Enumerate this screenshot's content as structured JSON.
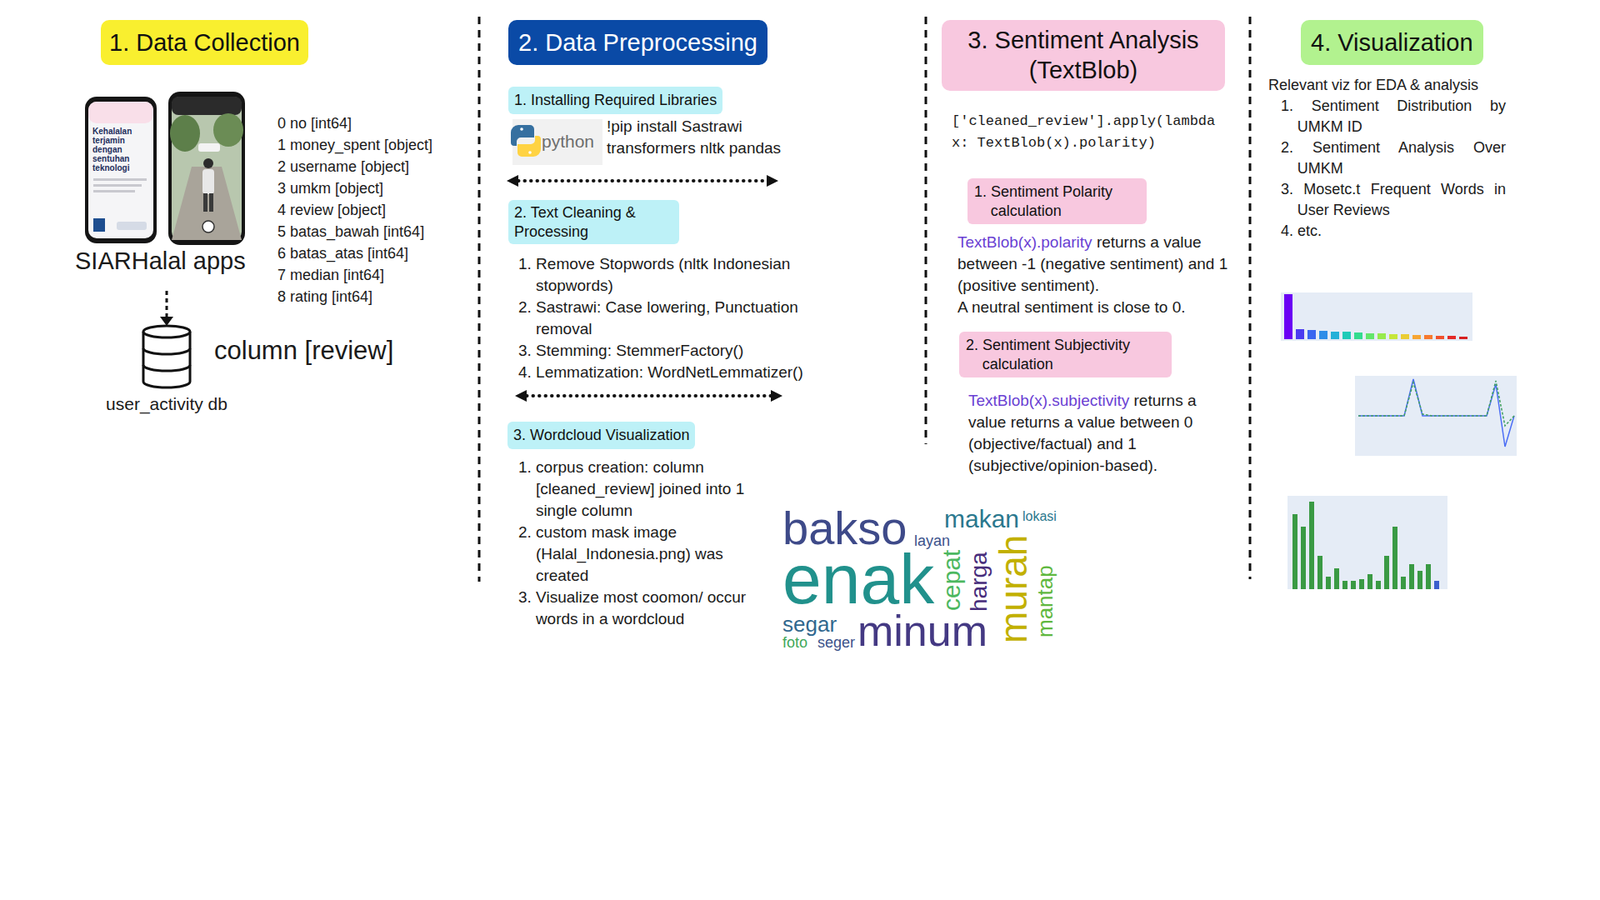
{
  "diagram": {
    "nodes": [
      {
        "text": [
          "1. Data Collection"
        ]
      },
      {
        "text": [
          "2. Data Preprocessing"
        ]
      },
      {
        "text": [
          "1. Installing Required Libraries"
        ]
      },
      {
        "text": [
          "2. Text Cleaning & Processing"
        ]
      },
      {
        "text": [
          "3. Wordcloud Visualization"
        ]
      },
      {
        "text": [
          "3. Sentiment Analysis (TextBlob)"
        ]
      },
      {
        "text": [
          "1. Sentiment Polarity calculation"
        ]
      },
      {
        "text": [
          "2. Sentiment Subjectivity calculation"
        ]
      },
      {
        "text": [
          "4. Visualization"
        ]
      }
    ],
    "labels": [
      "SIARHalal apps",
      "Kehalalan terjamin dengan sentuhan teknologi",
      "0 no [int64]",
      "1 money_spent [object]",
      "2 username [object]",
      "3 umkm [object]",
      "4 review [object]",
      "5 batas_bawah [int64]",
      "6 batas_atas [int64]",
      "7 median [int64]",
      "8 rating [int64]",
      "column [review]",
      "user_activity db",
      "python",
      "!pip install Sastrawi transformers nltk pandas",
      "1. Remove Stopwords (nltk Indonesian stopwords)",
      "2. Sastrawi: Case lowering, Punctuation removal",
      "3. Stemming: StemmerFactory()",
      "4. Lemmatization: WordNetLemmatizer()",
      "1. corpus creation: column [cleaned_review] joined into 1 single column",
      "2. custom mask image (Halal_Indonesia.png) was created",
      "3. Visualize most coomon/ occur words in a wordcloud",
      "bakso",
      "layan",
      "makan",
      "lokasi",
      "enak",
      "cepat",
      "harga",
      "murah",
      "mantap",
      "segar",
      "foto",
      "seger",
      "minum",
      "['cleaned_review'].apply(lambda x: TextBlob(x).polarity)",
      "TextBlob(x).polarity",
      "returns a value between -1 (negative sentiment) and 1 (positive sentiment).",
      "A neutral sentiment is close to 0.",
      "TextBlob(x).subjectivity",
      "returns a value returns a value between 0 (objective/factual) and 1 (subjective/opinion-based).",
      "Relevant viz for EDA & analysis",
      "1. Sentiment Distribution by UMKM ID",
      "2. Sentiment Analysis Over UMKM",
      "3. Mosetc.t Frequent Words in User Reviews",
      "4. etc."
    ]
  }
}
